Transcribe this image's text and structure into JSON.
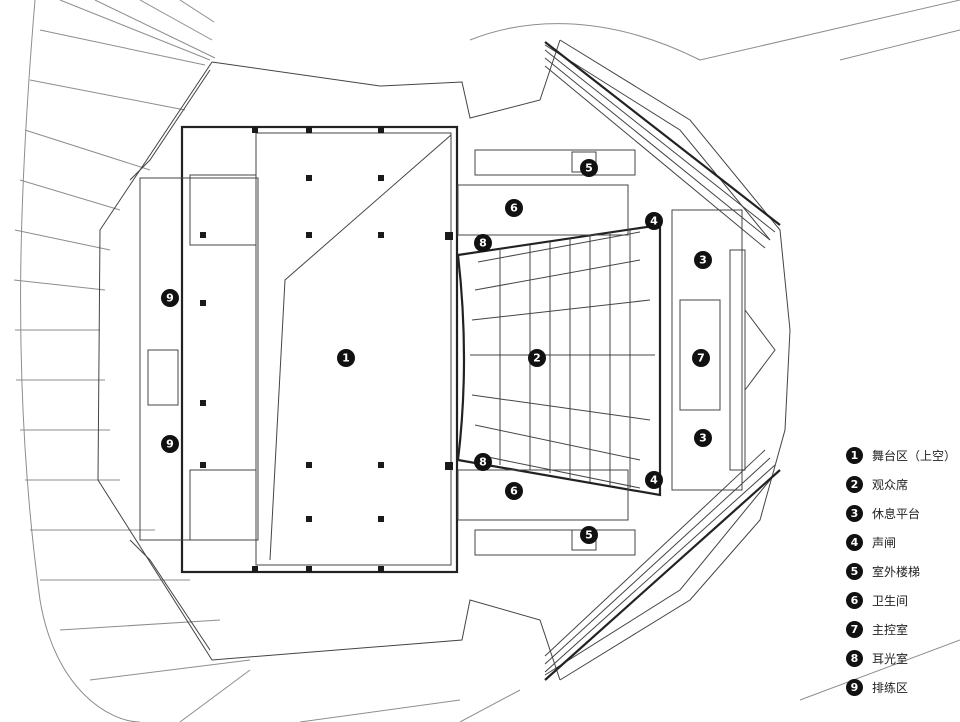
{
  "markers": [
    {
      "id": "1",
      "label": "舞台区（上空）"
    },
    {
      "id": "2",
      "label": "观众席"
    },
    {
      "id": "3",
      "label": "休息平台"
    },
    {
      "id": "4",
      "label": "声闸"
    },
    {
      "id": "5",
      "label": "室外楼梯"
    },
    {
      "id": "6",
      "label": "卫生间"
    },
    {
      "id": "7",
      "label": "主控室"
    },
    {
      "id": "8",
      "label": "耳光室"
    },
    {
      "id": "9",
      "label": "排练区"
    }
  ],
  "legend": [
    {
      "num": "1",
      "label": "舞台区（上空）"
    },
    {
      "num": "2",
      "label": "观众席"
    },
    {
      "num": "3",
      "label": "休息平台"
    },
    {
      "num": "4",
      "label": "声闸"
    },
    {
      "num": "5",
      "label": "室外楼梯"
    },
    {
      "num": "6",
      "label": "卫生间"
    },
    {
      "num": "7",
      "label": "主控室"
    },
    {
      "num": "8",
      "label": "耳光室"
    },
    {
      "num": "9",
      "label": "排练区"
    }
  ]
}
